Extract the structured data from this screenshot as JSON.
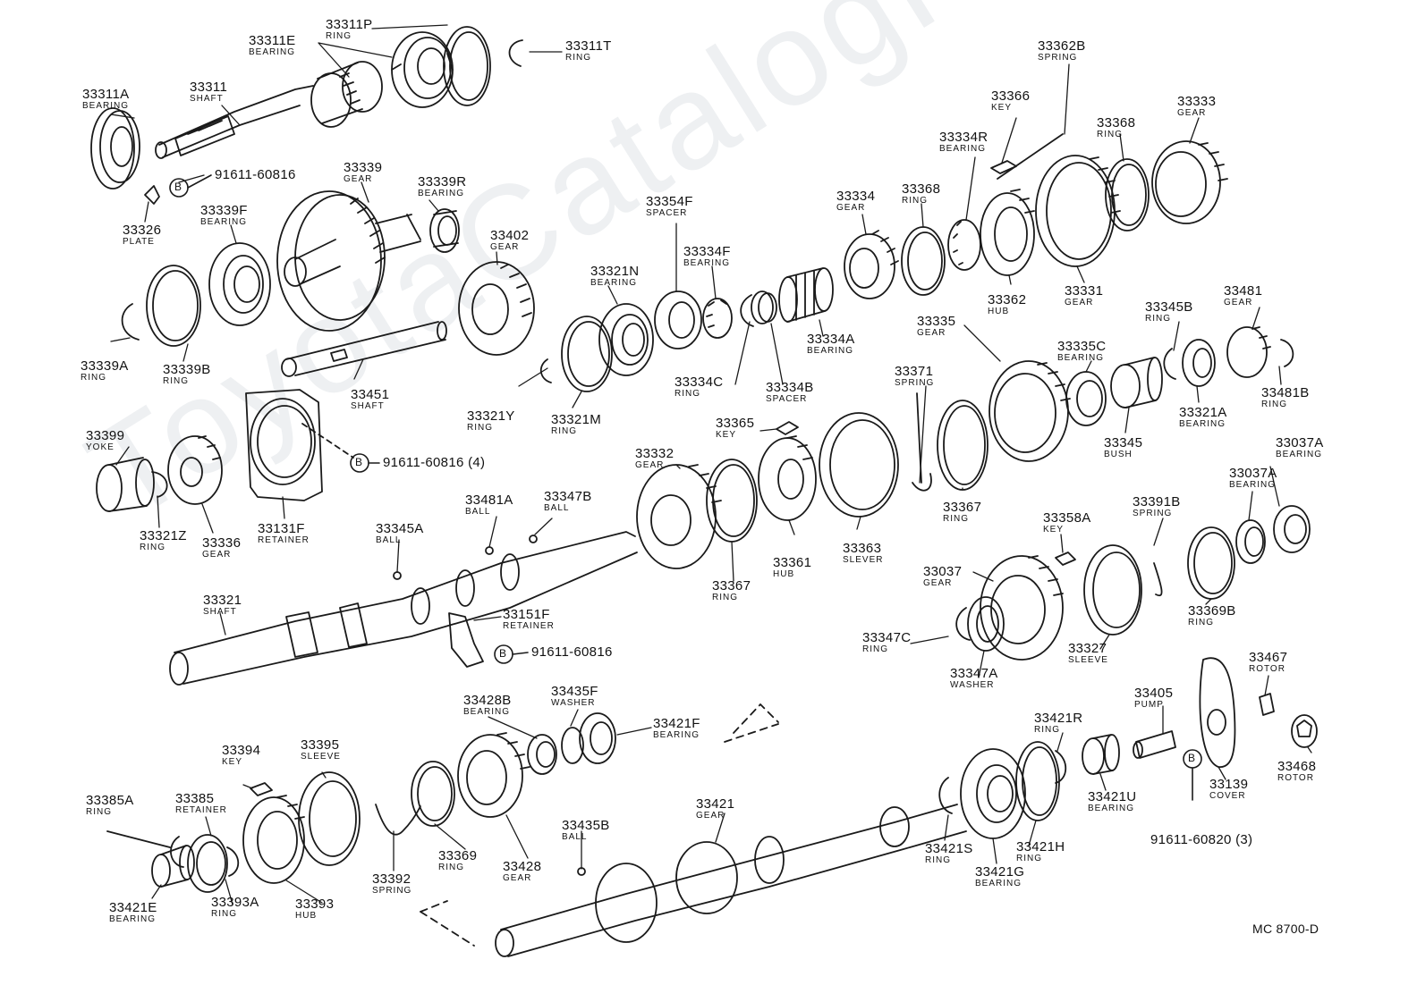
{
  "watermark": "ToyotaCatalogFull",
  "ref_code": "MC 8700-D",
  "labels": [
    {
      "id": "33311P",
      "num": "33311P",
      "name": "RING"
    },
    {
      "id": "33311E",
      "num": "33311E",
      "name": "BEARING"
    },
    {
      "id": "33311T",
      "num": "33311T",
      "name": "RING"
    },
    {
      "id": "33311A",
      "num": "33311A",
      "name": "BEARING"
    },
    {
      "id": "33311",
      "num": "33311",
      "name": "SHAFT"
    },
    {
      "id": "33326",
      "num": "33326",
      "name": "PLATE"
    },
    {
      "id": "33339",
      "num": "33339",
      "name": "GEAR"
    },
    {
      "id": "33339R",
      "num": "33339R",
      "name": "BEARING"
    },
    {
      "id": "33339F",
      "num": "33339F",
      "name": "BEARING"
    },
    {
      "id": "33339A",
      "num": "33339A",
      "name": "RING"
    },
    {
      "id": "33339B",
      "num": "33339B",
      "name": "RING"
    },
    {
      "id": "33402",
      "num": "33402",
      "name": "GEAR"
    },
    {
      "id": "33451",
      "num": "33451",
      "name": "SHAFT"
    },
    {
      "id": "33354F",
      "num": "33354F",
      "name": "SPACER"
    },
    {
      "id": "33321N",
      "num": "33321N",
      "name": "BEARING"
    },
    {
      "id": "33334F",
      "num": "33334F",
      "name": "BEARING"
    },
    {
      "id": "33321Y",
      "num": "33321Y",
      "name": "RING"
    },
    {
      "id": "33321M",
      "num": "33321M",
      "name": "RING"
    },
    {
      "id": "33334C",
      "num": "33334C",
      "name": "RING"
    },
    {
      "id": "33334B",
      "num": "33334B",
      "name": "SPACER"
    },
    {
      "id": "33334A",
      "num": "33334A",
      "name": "BEARING"
    },
    {
      "id": "33334",
      "num": "33334",
      "name": "GEAR"
    },
    {
      "id": "33368a",
      "num": "33368",
      "name": "RING"
    },
    {
      "id": "33334R",
      "num": "33334R",
      "name": "BEARING"
    },
    {
      "id": "33366",
      "num": "33366",
      "name": "KEY"
    },
    {
      "id": "33362B",
      "num": "33362B",
      "name": "SPRING"
    },
    {
      "id": "33368b",
      "num": "33368",
      "name": "RING"
    },
    {
      "id": "33333",
      "num": "33333",
      "name": "GEAR"
    },
    {
      "id": "33362",
      "num": "33362",
      "name": "HUB"
    },
    {
      "id": "33331",
      "num": "33331",
      "name": "GEAR"
    },
    {
      "id": "33335",
      "num": "33335",
      "name": "GEAR"
    },
    {
      "id": "33371",
      "num": "33371",
      "name": "SPRING"
    },
    {
      "id": "33335C",
      "num": "33335C",
      "name": "BEARING"
    },
    {
      "id": "33345B",
      "num": "33345B",
      "name": "RING"
    },
    {
      "id": "33481",
      "num": "33481",
      "name": "GEAR"
    },
    {
      "id": "33481B",
      "num": "33481B",
      "name": "RING"
    },
    {
      "id": "33321A",
      "num": "33321A",
      "name": "BEARING"
    },
    {
      "id": "33345",
      "num": "33345",
      "name": "BUSH"
    },
    {
      "id": "33365",
      "num": "33365",
      "name": "KEY"
    },
    {
      "id": "33399",
      "num": "33399",
      "name": "YOKE"
    },
    {
      "id": "33321Z",
      "num": "33321Z",
      "name": "RING"
    },
    {
      "id": "33336",
      "num": "33336",
      "name": "GEAR"
    },
    {
      "id": "33131F",
      "num": "33131F",
      "name": "RETAINER"
    },
    {
      "id": "33332",
      "num": "33332",
      "name": "GEAR"
    },
    {
      "id": "33481A",
      "num": "33481A",
      "name": "BALL"
    },
    {
      "id": "33347B",
      "num": "33347B",
      "name": "BALL"
    },
    {
      "id": "33345A",
      "num": "33345A",
      "name": "BALL"
    },
    {
      "id": "33367a",
      "num": "33367",
      "name": "RING"
    },
    {
      "id": "33361",
      "num": "33361",
      "name": "HUB"
    },
    {
      "id": "33363",
      "num": "33363",
      "name": "SLEVER"
    },
    {
      "id": "33367b",
      "num": "33367",
      "name": "RING"
    },
    {
      "id": "33037A1",
      "num": "33037A",
      "name": "BEARING"
    },
    {
      "id": "33037A2",
      "num": "33037A",
      "name": "BEARING"
    },
    {
      "id": "33391B",
      "num": "33391B",
      "name": "SPRING"
    },
    {
      "id": "33358A",
      "num": "33358A",
      "name": "KEY"
    },
    {
      "id": "33037",
      "num": "33037",
      "name": "GEAR"
    },
    {
      "id": "33369B",
      "num": "33369B",
      "name": "RING"
    },
    {
      "id": "33321",
      "num": "33321",
      "name": "SHAFT"
    },
    {
      "id": "33151F",
      "num": "33151F",
      "name": "RETAINER"
    },
    {
      "id": "33347C",
      "num": "33347C",
      "name": "RING"
    },
    {
      "id": "33327",
      "num": "33327",
      "name": "SLEEVE"
    },
    {
      "id": "33347A",
      "num": "33347A",
      "name": "WASHER"
    },
    {
      "id": "33467",
      "num": "33467",
      "name": "ROTOR"
    },
    {
      "id": "33428B",
      "num": "33428B",
      "name": "BEARING"
    },
    {
      "id": "33435F",
      "num": "33435F",
      "name": "WASHER"
    },
    {
      "id": "33421F",
      "num": "33421F",
      "name": "BEARING"
    },
    {
      "id": "33405",
      "num": "33405",
      "name": "PUMP"
    },
    {
      "id": "33421R",
      "num": "33421R",
      "name": "RING"
    },
    {
      "id": "33394",
      "num": "33394",
      "name": "KEY"
    },
    {
      "id": "33395",
      "num": "33395",
      "name": "SLEEVE"
    },
    {
      "id": "33468",
      "num": "33468",
      "name": "ROTOR"
    },
    {
      "id": "33139",
      "num": "33139",
      "name": "COVER"
    },
    {
      "id": "33421U",
      "num": "33421U",
      "name": "BEARING"
    },
    {
      "id": "33385A",
      "num": "33385A",
      "name": "RING"
    },
    {
      "id": "33385",
      "num": "33385",
      "name": "RETAINER"
    },
    {
      "id": "33421",
      "num": "33421",
      "name": "GEAR"
    },
    {
      "id": "33435B",
      "num": "33435B",
      "name": "BALL"
    },
    {
      "id": "33369",
      "num": "33369",
      "name": "RING"
    },
    {
      "id": "33428",
      "num": "33428",
      "name": "GEAR"
    },
    {
      "id": "33392",
      "num": "33392",
      "name": "SPRING"
    },
    {
      "id": "33421S",
      "num": "33421S",
      "name": "RING"
    },
    {
      "id": "33421H",
      "num": "33421H",
      "name": "RING"
    },
    {
      "id": "33421E",
      "num": "33421E",
      "name": "BEARING"
    },
    {
      "id": "33393A",
      "num": "33393A",
      "name": "RING"
    },
    {
      "id": "33393",
      "num": "33393",
      "name": "HUB"
    },
    {
      "id": "33421G",
      "num": "33421G",
      "name": "BEARING"
    }
  ],
  "bolt_refs": [
    {
      "id": "b1",
      "marker": "B",
      "text": "91611-60816"
    },
    {
      "id": "b2",
      "marker": "B",
      "text": "91611-60816 (4)"
    },
    {
      "id": "b3",
      "marker": "B",
      "text": "91611-60816"
    },
    {
      "id": "b4",
      "marker": "B",
      "text": "91611-60820 (3)"
    }
  ]
}
